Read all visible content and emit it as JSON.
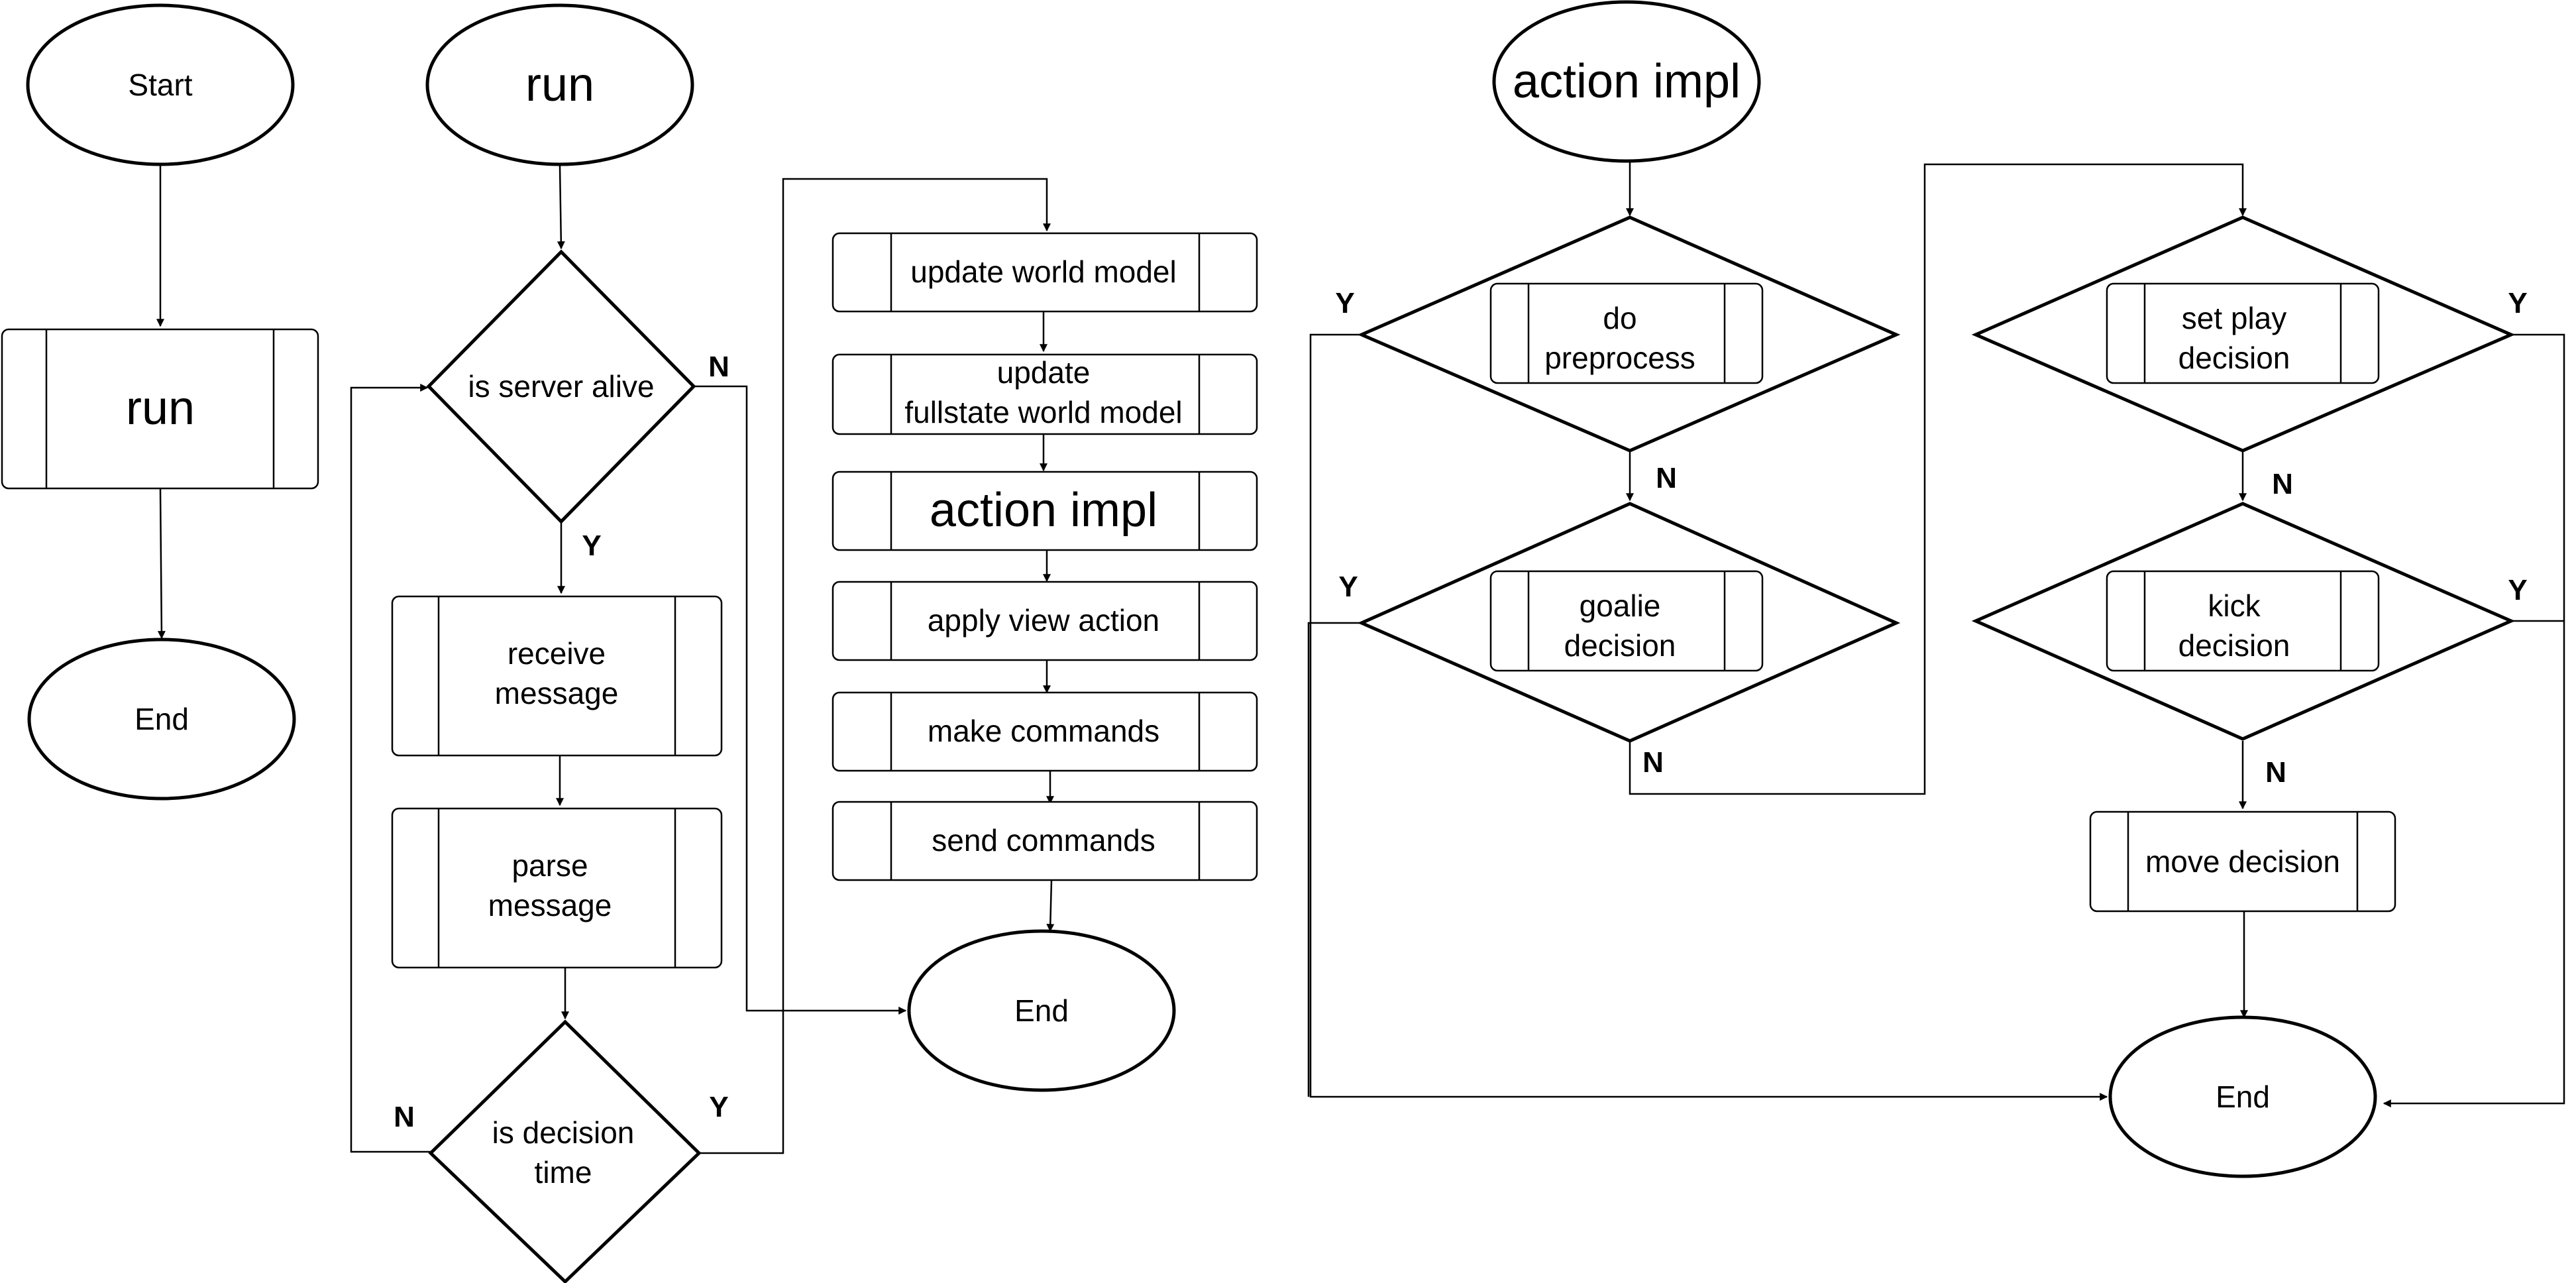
{
  "flow_start": {
    "start": "Start",
    "run": "run",
    "end": "End"
  },
  "flow_run": {
    "title": "run",
    "server_alive": "is server alive",
    "receive_1": "receive",
    "receive_2": "message",
    "parse_1": "parse",
    "parse_2": "message",
    "decision_time_1": "is decision",
    "decision_time_2": "time",
    "update_world": "update world model",
    "update_full_1": "update",
    "update_full_2": "fullstate world model",
    "action_impl": "action impl",
    "apply_view": "apply view action",
    "make_commands": "make commands",
    "send_commands": "send commands",
    "end": "End",
    "yes": "Y",
    "no": "N"
  },
  "flow_action": {
    "title": "action impl",
    "preprocess_1": "do",
    "preprocess_2": "preprocess",
    "goalie_1": "goalie",
    "goalie_2": "decision",
    "setplay_1": "set play",
    "setplay_2": "decision",
    "kick_1": "kick",
    "kick_2": "decision",
    "move": "move decision",
    "end": "End",
    "yes": "Y",
    "no": "N"
  },
  "colors": {
    "stroke": "#000000",
    "fill": "#ffffff"
  }
}
